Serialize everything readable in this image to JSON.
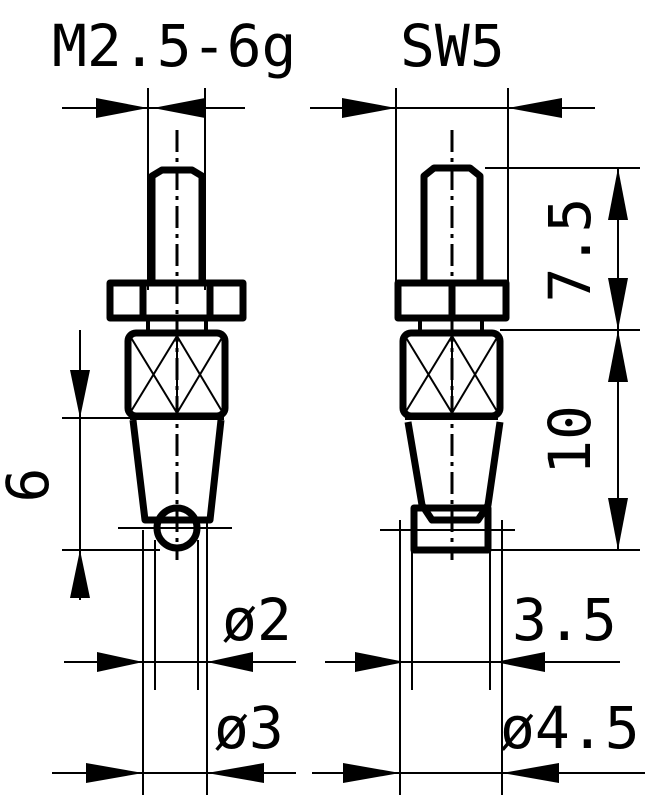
{
  "drawing": {
    "left_part": {
      "thread_label": "M2.5-6g",
      "height_label": "6",
      "inner_diameter_label": "ø2",
      "outer_diameter_label": "ø3",
      "tip": "ball"
    },
    "right_part": {
      "wrench_label": "SW5",
      "height_top_label": "7.5",
      "height_body_label": "10",
      "inner_width_label": "3.5",
      "outer_diameter_label": "ø4.5",
      "tip": "flat"
    }
  },
  "colors": {
    "line": "#000000",
    "background": "#ffffff"
  }
}
